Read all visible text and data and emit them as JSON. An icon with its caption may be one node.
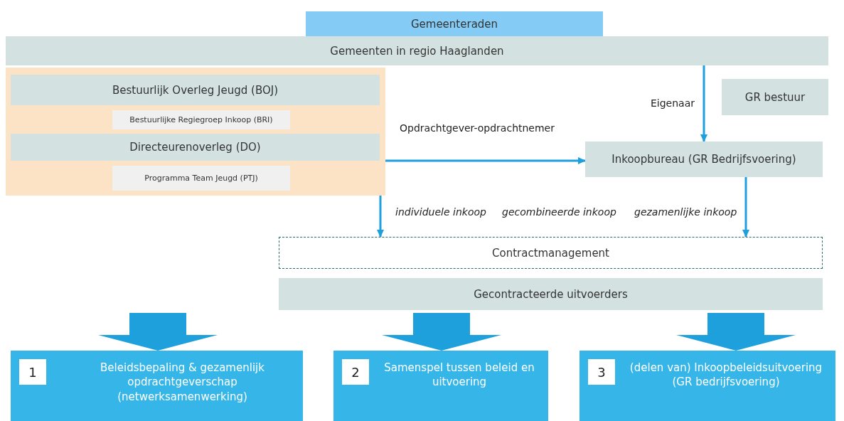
{
  "diagram": {
    "nodes": [
      {
        "text": [
          "Gemeenteraden"
        ]
      },
      {
        "text": [
          "Gemeenten in regio Haaglanden"
        ]
      },
      {
        "text": [],
        "shape": "box"
      },
      {
        "text": [
          "Bestuurlijk Overleg Jeugd (BOJ)"
        ],
        "in": 2
      },
      {
        "text": [
          "Bestuurlijke Regiegroep Inkoop (BRI)"
        ],
        "in": 2
      },
      {
        "text": [
          "Directeurenoverleg (DO)"
        ],
        "in": 2
      },
      {
        "text": [
          "Programma Team Jeugd (PTJ)"
        ],
        "in": 2
      },
      {
        "text": [
          "GR bestuur"
        ]
      },
      {
        "text": [
          "Inkoopbureau (GR Bedrijfsvoering)"
        ]
      },
      {
        "text": [
          "Contractmanagement"
        ]
      },
      {
        "text": [
          "Gecontracteerde uitvoerders"
        ]
      },
      {
        "text": [
          "1",
          "Beleidsbepaling & gezamenlijk opdrachtgeverschap (netwerksamenwerking)"
        ]
      },
      {
        "text": [
          "2",
          "Samenspel tussen beleid en uitvoering"
        ]
      },
      {
        "text": [
          "3",
          "(delen van) Inkoopbeleidsuitvoering (GR bedrijfsvoering)"
        ]
      }
    ],
    "edges": [
      {
        "from": 1,
        "to": 8,
        "arrow": "to",
        "label": "Eigenaar"
      },
      {
        "from": 2,
        "to": 8,
        "arrow": "to",
        "label": "Opdrachtgever-opdrachtnemer"
      },
      {
        "from": 2,
        "to": 9,
        "arrow": "to",
        "label": "individuele inkoop"
      },
      {
        "from": 8,
        "to": 9,
        "arrow": "to",
        "label": "gezamenlijke inkoop"
      },
      {
        "from": null,
        "to": 11,
        "arrow": "to",
        "style": "thick"
      },
      {
        "from": 10,
        "to": 12,
        "arrow": "to",
        "style": "thick"
      },
      {
        "from": 10,
        "to": 13,
        "arrow": "to",
        "style": "thick"
      }
    ],
    "labels": [
      "gecombineerde inkoop"
    ]
  }
}
